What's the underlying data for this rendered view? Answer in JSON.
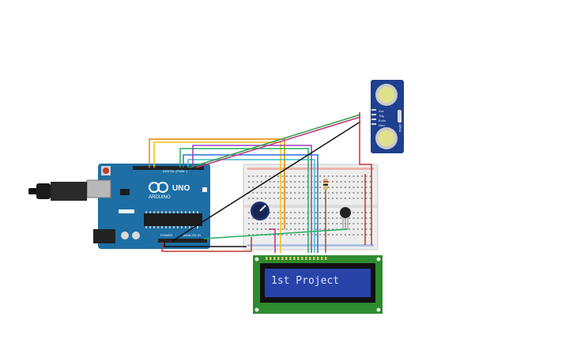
{
  "arduino": {
    "brand_text": "ARDUINO",
    "model_text": "UNO",
    "digital_label": "DIGITAL (PWM~)",
    "power_label": "POWER",
    "analog_label": "ANALOG IN"
  },
  "lcd": {
    "display_text": "1st Project",
    "colors": {
      "frame": "#2e8b2e",
      "screen": "#2843a8",
      "text": "#d9e4ff"
    }
  },
  "sensor": {
    "label": "HC-SR04",
    "pins": [
      "Vcc",
      "Trig",
      "Echo",
      "Gnd"
    ]
  },
  "icons": [
    "usb-plug-icon",
    "reset-button-icon",
    "arduino-infinity-logo-icon",
    "potentiometer-knob-icon",
    "temperature-sensor-icon"
  ]
}
